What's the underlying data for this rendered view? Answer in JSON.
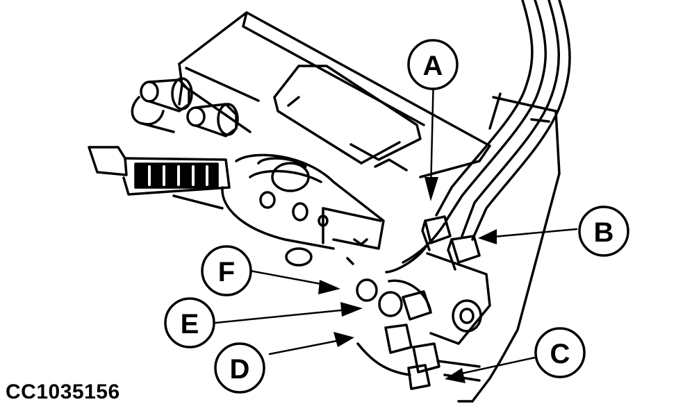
{
  "figure": {
    "id_code": "CC1035156",
    "callouts": [
      {
        "key": "a",
        "letter": "A"
      },
      {
        "key": "b",
        "letter": "B"
      },
      {
        "key": "c",
        "letter": "C"
      },
      {
        "key": "d",
        "letter": "D"
      },
      {
        "key": "e",
        "letter": "E"
      },
      {
        "key": "f",
        "letter": "F"
      }
    ]
  }
}
